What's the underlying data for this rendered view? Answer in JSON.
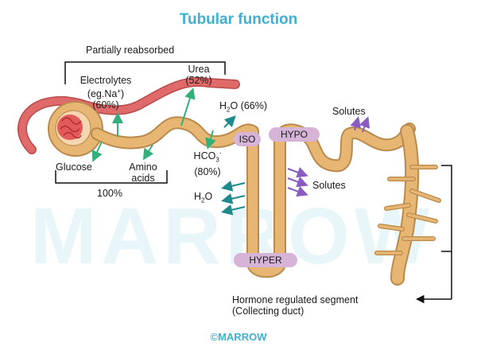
{
  "title": "Tubular function",
  "watermark": "MARROW",
  "footer": "©MARROW",
  "labels": {
    "partially_reabsorbed": "Partially reabsorbed",
    "electrolytes": "Electrolytes",
    "electrolytes_eg": "(eg.Na",
    "electrolytes_eg_sup": "+",
    "electrolytes_eg_close": ")",
    "electrolytes_pct": "(60%)",
    "urea": "Urea",
    "urea_pct": "(52%)",
    "h2o_66_h": "H",
    "h2o_66_sub": "2",
    "h2o_66_rest": "O (66%)",
    "glucose": "Glucose",
    "amino": "Amino",
    "acids": "acids",
    "hundred": "100%",
    "hco3_main": "HCO",
    "hco3_sub": "3",
    "hco3_sup": "-",
    "hco3_pct": "(80%)",
    "h2o_h": "H",
    "h2o_sub": "2",
    "h2o_rest": "O",
    "solutes_top": "Solutes",
    "solutes_mid": "Solutes",
    "iso": "ISO",
    "hypo": "HYPO",
    "hyper": "HYPER",
    "hormone_line1": "Hormone regulated segment",
    "hormone_line2": "(Collecting duct)"
  },
  "colors": {
    "title": "#3fb0d0",
    "tubule": "#e8b673",
    "tubule_edge": "#b98a4c",
    "vessel": "#e06a6a",
    "arrow_green": "#33b07a",
    "arrow_teal": "#1e8a8c",
    "arrow_purple": "#8a5cc2",
    "pill": "#d6b4d8"
  }
}
